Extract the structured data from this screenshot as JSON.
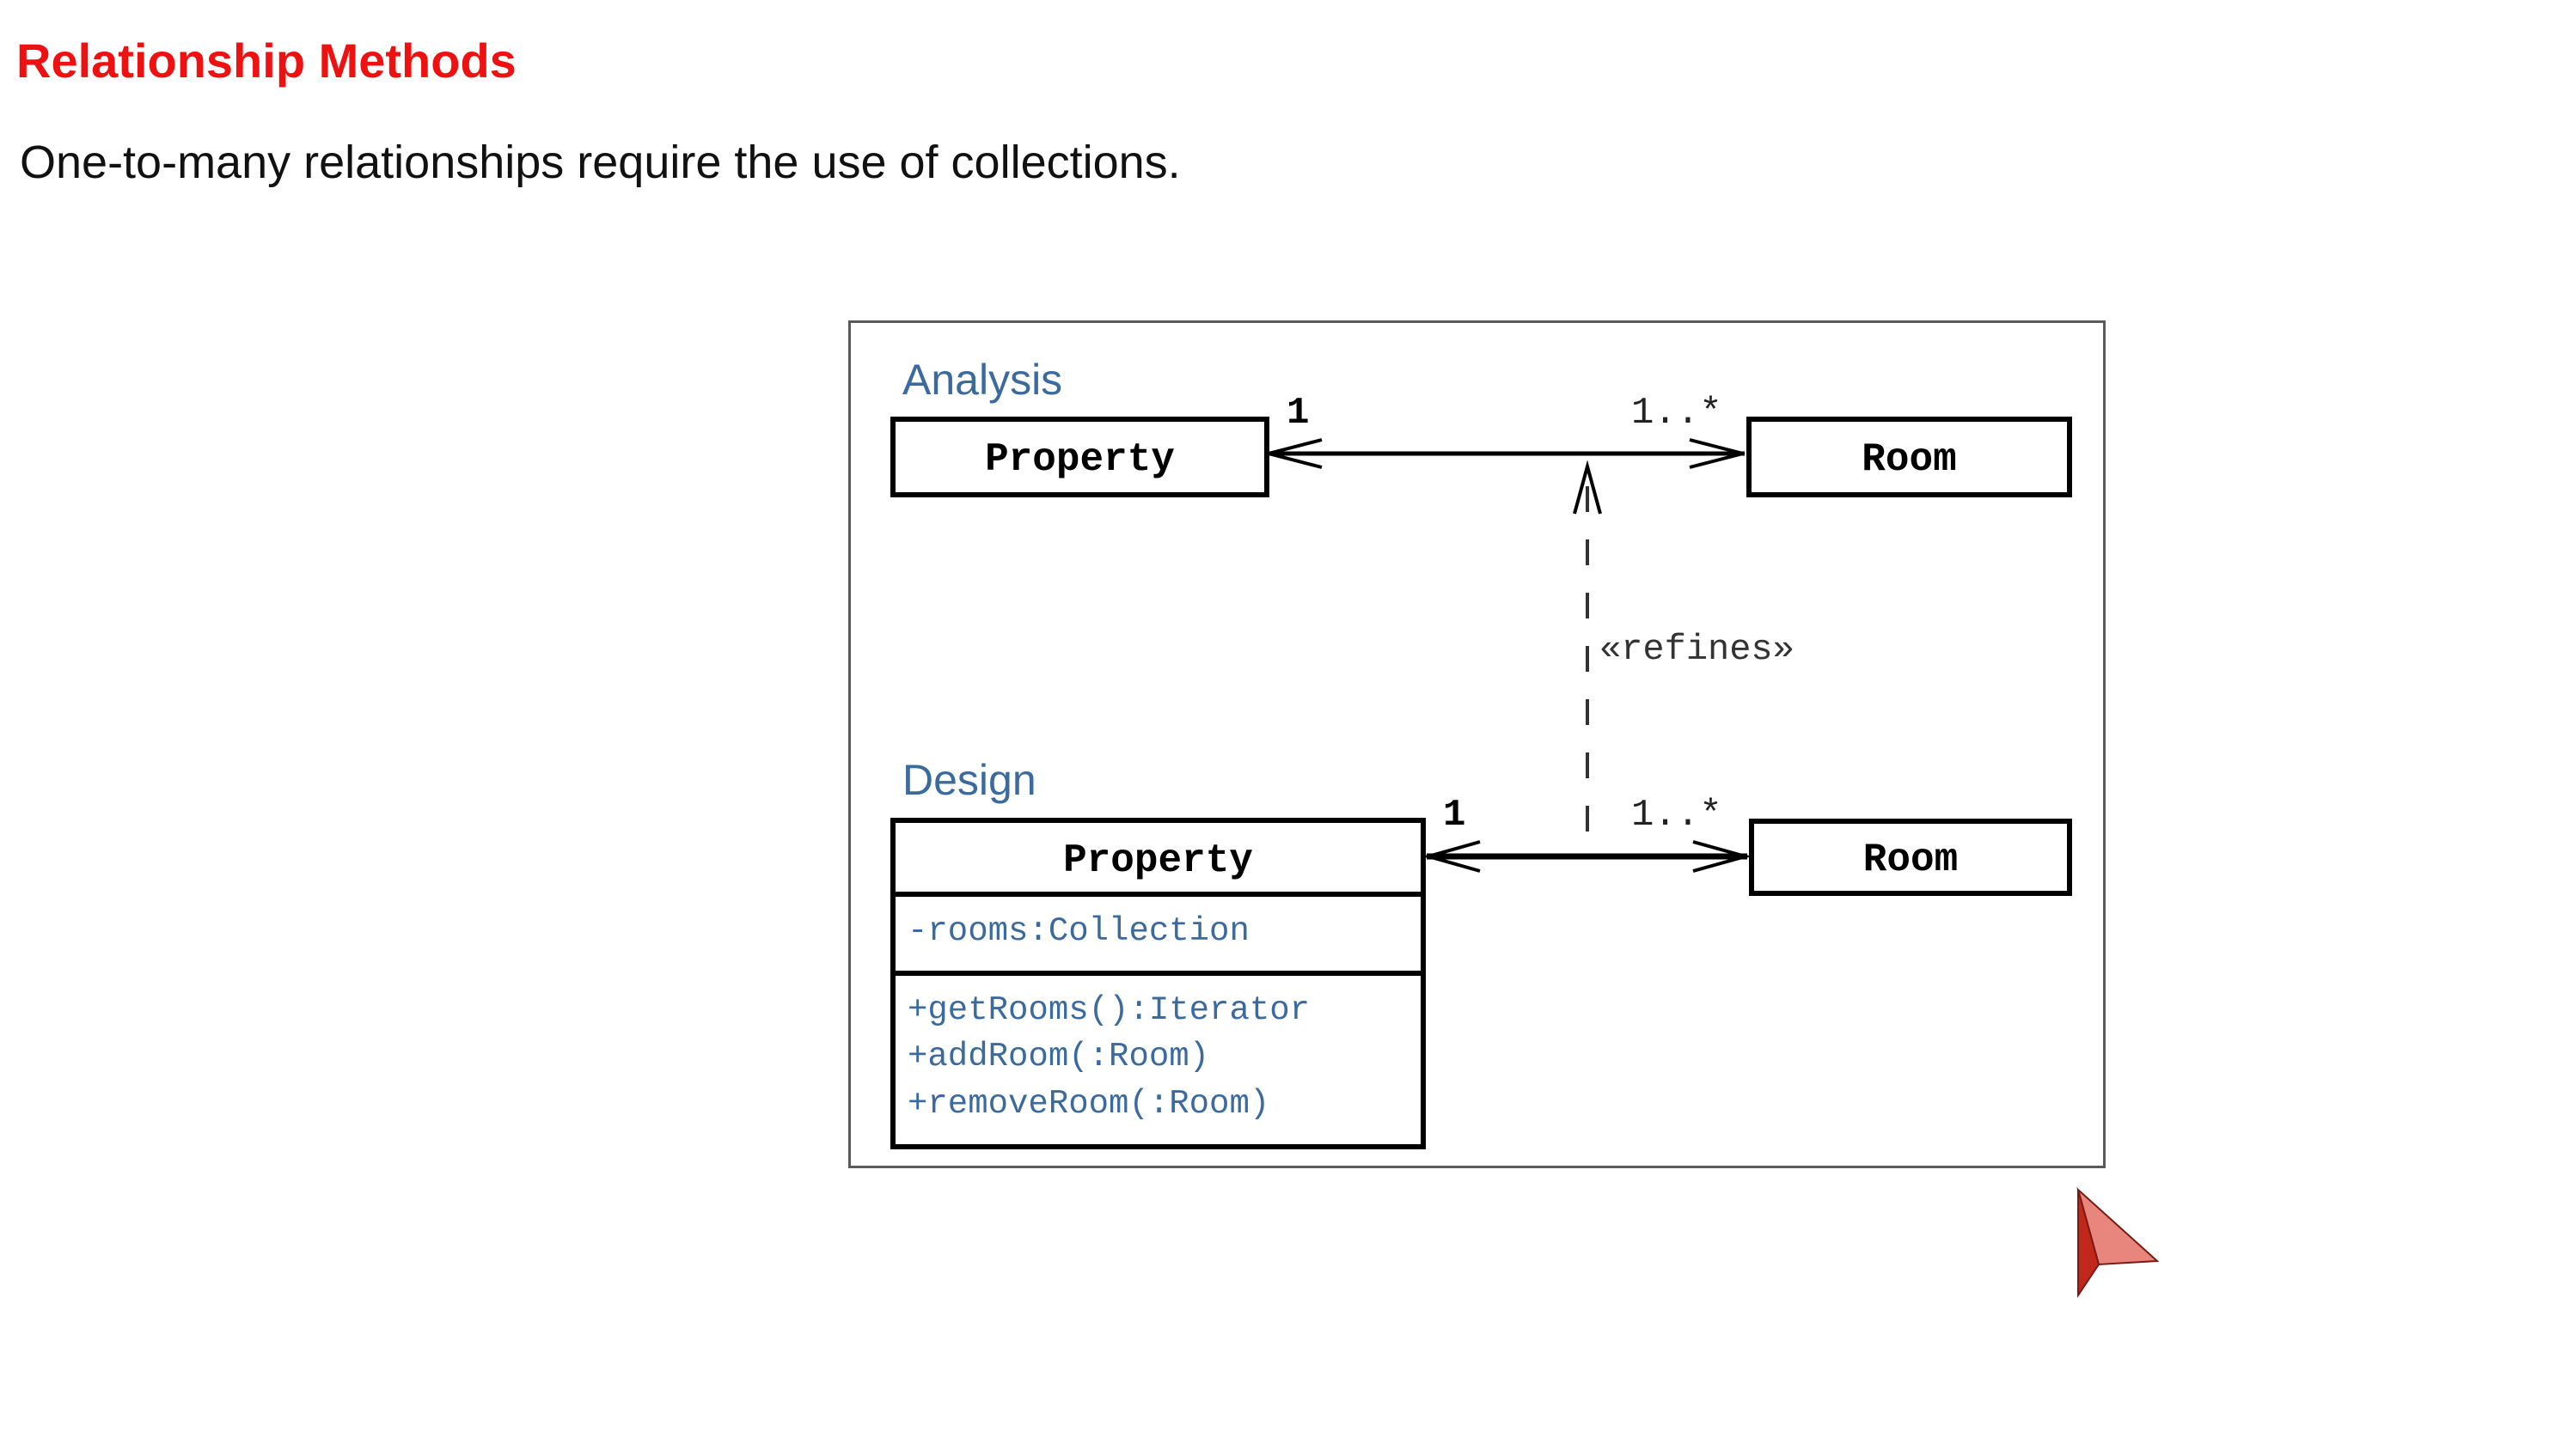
{
  "slide": {
    "title": "Relationship Methods",
    "subtitle": "One-to-many relationships require the use of collections."
  },
  "diagram": {
    "analysis": {
      "section_label": "Analysis",
      "left_class": "Property",
      "right_class": "Room",
      "left_multiplicity": "1",
      "right_multiplicity": "1..*"
    },
    "refines_label": "«refines»",
    "design": {
      "section_label": "Design",
      "left_class": {
        "name": "Property",
        "attributes": [
          "-rooms:Collection"
        ],
        "operations": [
          "+getRooms():Iterator",
          "+addRoom(:Room)",
          "+removeRoom(:Room)"
        ]
      },
      "right_class": "Room",
      "left_multiplicity": "1",
      "right_multiplicity": "1..*"
    }
  },
  "pointer": {
    "icon": "pointer-arrow-icon",
    "color": "#d9443a"
  }
}
